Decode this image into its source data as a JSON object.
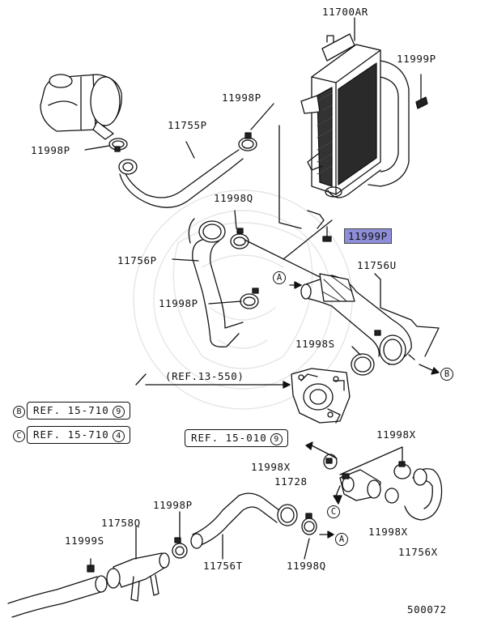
{
  "diagram_number": "500072",
  "part_labels": {
    "p_11700AR": "11700AR",
    "p_11999P_top": "11999P",
    "p_11998P_a": "11998P",
    "p_11755P": "11755P",
    "p_11998P_b": "11998P",
    "p_11998Q_a": "11998Q",
    "p_11999P_hl": "11999P",
    "p_11756P": "11756P",
    "p_11756U": "11756U",
    "p_11998P_c": "11998P",
    "p_11998S": "11998S",
    "p_ref13": "(REF.13-550)",
    "p_11998X_a": "11998X",
    "p_11998X_b": "11998X",
    "p_11728": "11728",
    "p_11998P_d": "11998P",
    "p_11758Q": "11758Q",
    "p_11999S": "11999S",
    "p_11998X_c": "11998X",
    "p_11756X": "11756X",
    "p_11756T": "11756T",
    "p_11998Q_b": "11998Q"
  },
  "refs": [
    {
      "key": "B",
      "text": "REF. 15-710",
      "page": "9"
    },
    {
      "key": "C",
      "text": "REF. 15-710",
      "page": "4"
    },
    {
      "key": "",
      "text": "REF. 15-010",
      "page": "9"
    }
  ],
  "markers": {
    "A": "A",
    "B": "B",
    "C": "C"
  },
  "highlight_color": "#8d8dd8"
}
